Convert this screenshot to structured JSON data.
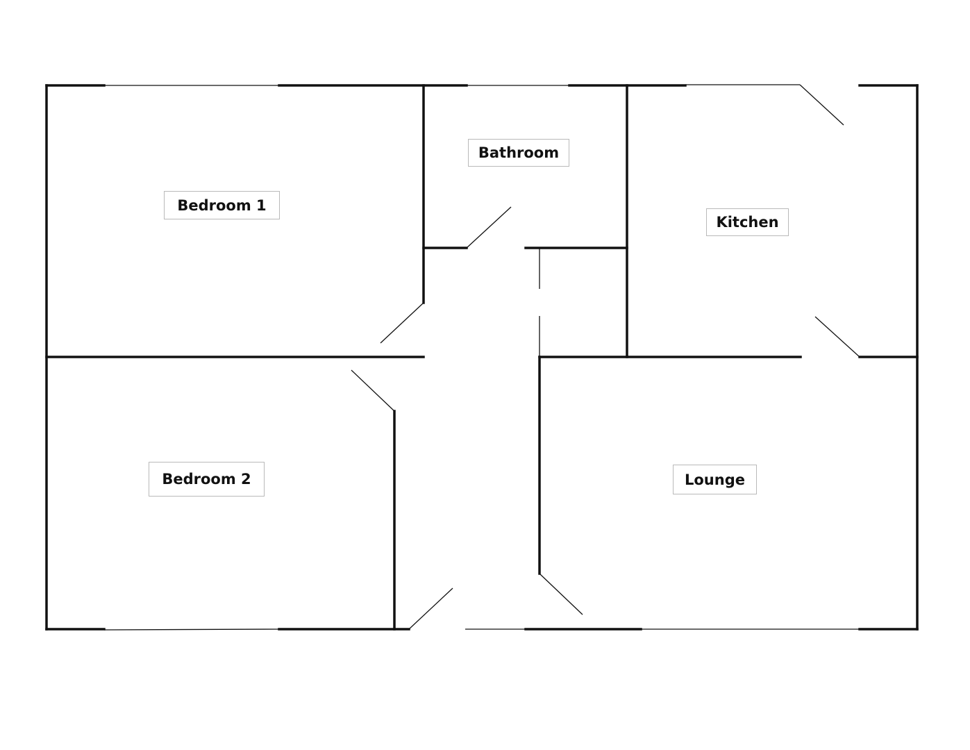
{
  "rooms": {
    "bedroom1": "Bedroom 1",
    "bedroom2": "Bedroom 2",
    "bathroom": "Bathroom",
    "kitchen": "Kitchen",
    "lounge": "Lounge"
  }
}
